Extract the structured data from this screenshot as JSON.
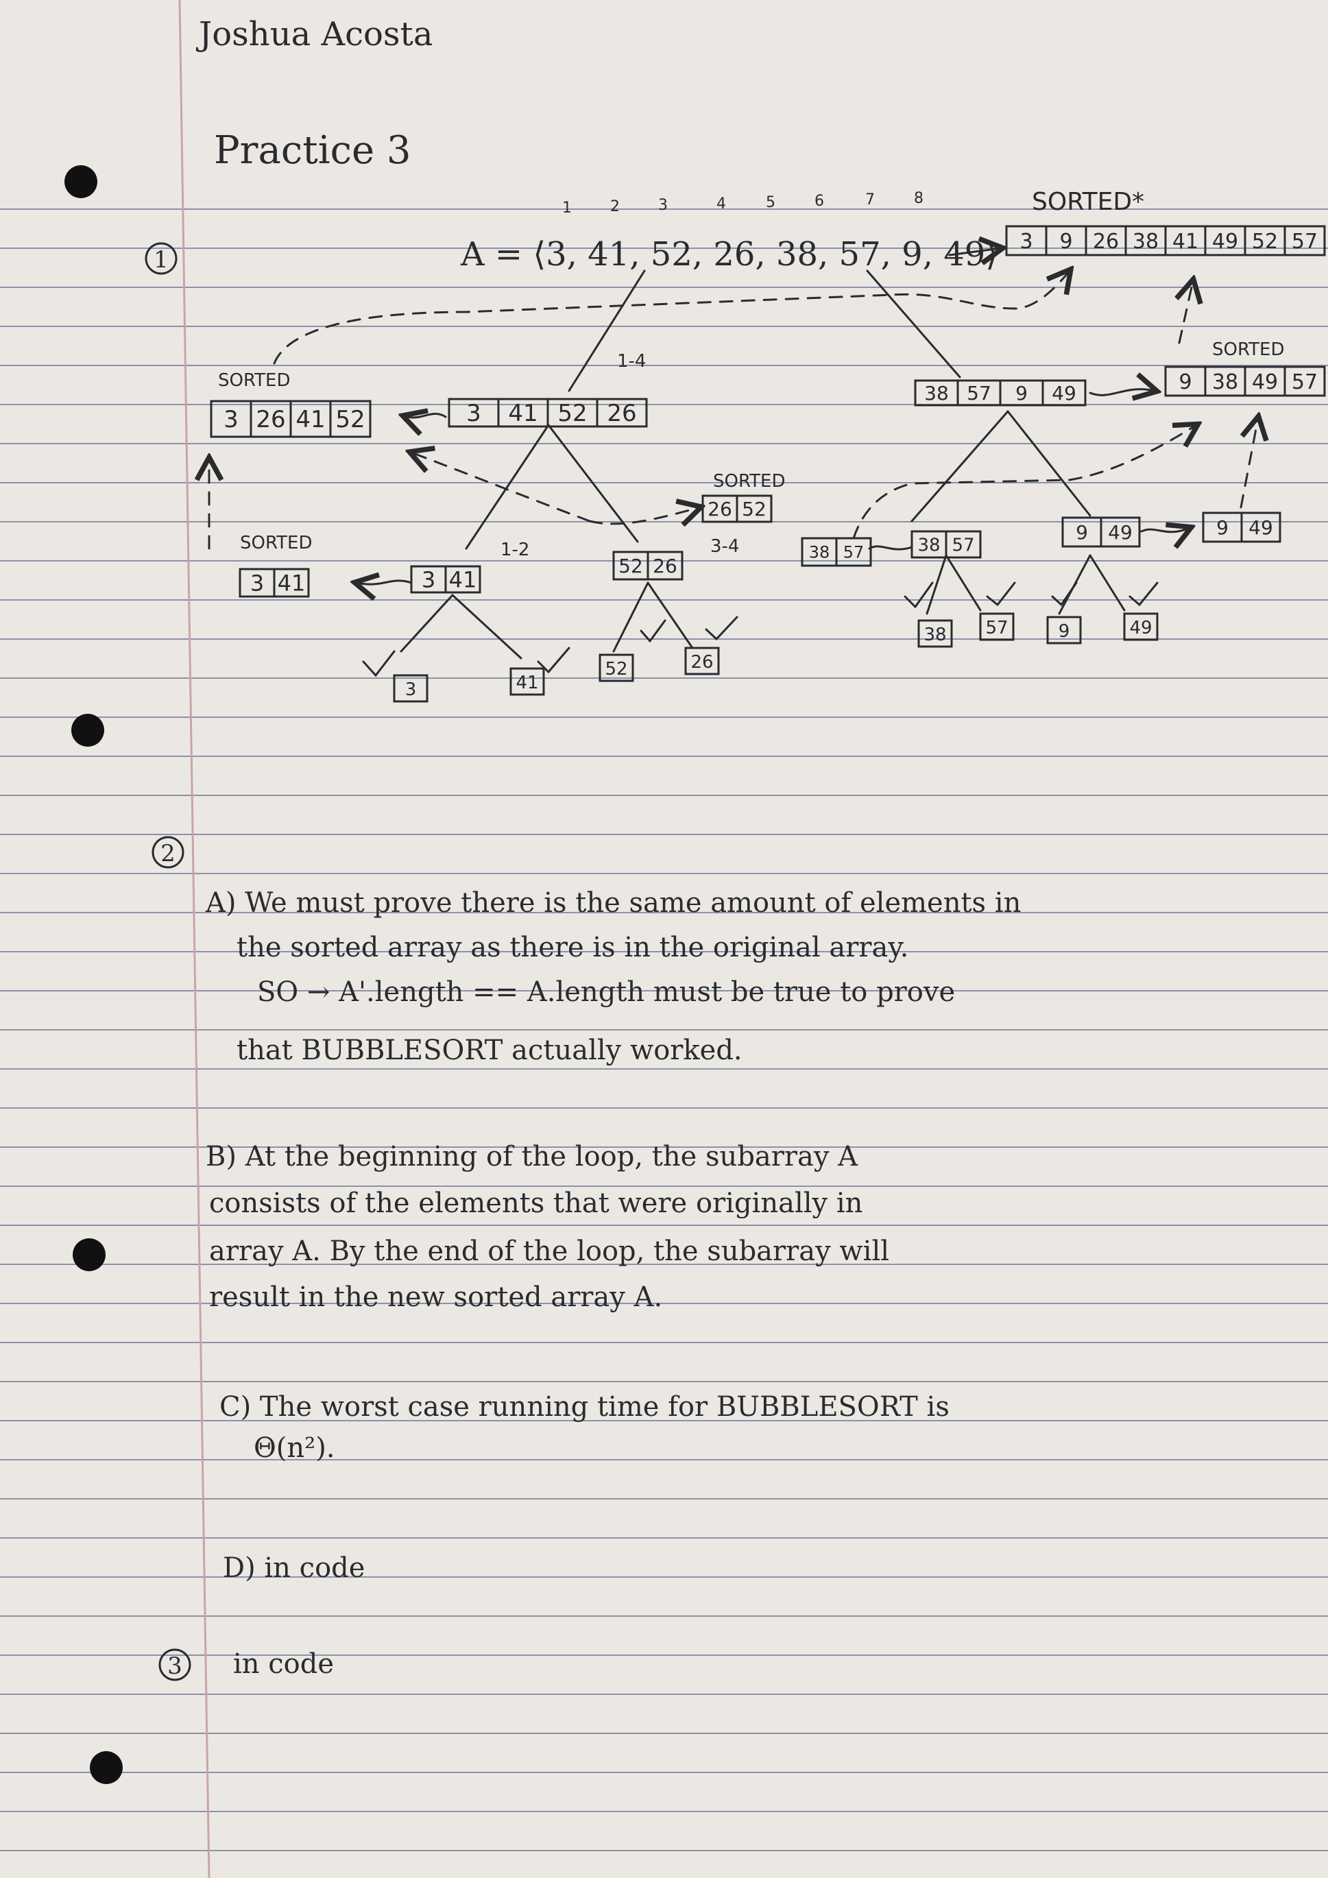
{
  "header": {
    "name": "Joshua Acosta",
    "title": "Practice 3"
  },
  "problem1": {
    "number": "1",
    "index_labels": [
      "1",
      "2",
      "3",
      "4",
      "5",
      "6",
      "7",
      "8"
    ],
    "array_expr": "A = ⟨3, 41, 52, 26, 38, 57, 9, 49⟩",
    "sorted_label": "SORTED*",
    "final_sorted": [
      "3",
      "9",
      "26",
      "38",
      "41",
      "49",
      "52",
      "57"
    ],
    "left_half": [
      "3",
      "41",
      "52",
      "26"
    ],
    "left_half_label": "1-4",
    "left_sorted_label": "SORTED",
    "left_sorted": [
      "3",
      "26",
      "41",
      "52"
    ],
    "right_half": [
      "38",
      "57",
      "9",
      "49"
    ],
    "right_sorted_label": "SORTED",
    "right_sorted": [
      "9",
      "38",
      "49",
      "57"
    ],
    "pair_1_2": [
      "3",
      "41"
    ],
    "pair_1_2_label": "1-2",
    "pair_1_2_sorted_label": "SORTED",
    "pair_1_2_sorted": [
      "3",
      "41"
    ],
    "pair_3_4": [
      "52",
      "26"
    ],
    "pair_3_4_label": "3-4",
    "pair_3_4_sorted_label": "SORTED",
    "pair_3_4_sorted": [
      "26",
      "52"
    ],
    "pair_5_6": [
      "38",
      "57"
    ],
    "pair_5_6_sorted": [
      "38",
      "57"
    ],
    "pair_7_8": [
      "9",
      "49"
    ],
    "pair_7_8_sorted": [
      "9",
      "49"
    ],
    "leaves": [
      "3",
      "41",
      "52",
      "26",
      "38",
      "57",
      "9",
      "49"
    ]
  },
  "problem2": {
    "number": "2",
    "a_lines": [
      "A) We must prove there is the same amount of elements in",
      "the sorted array as there is in the original array.",
      "SO → A'.length == A.length must be true to prove",
      "that BUBBLESORT actually worked."
    ],
    "b_lines": [
      "B) At the beginning of the loop, the subarray A",
      "consists of the elements that were originally in",
      "array A. By the end of the loop, the subarray will",
      "result in the new sorted array A."
    ],
    "c_lines": [
      "C) The worst case running time for BUBBLESORT is",
      "Θ(n²)."
    ],
    "d_text": "D) in code"
  },
  "problem3": {
    "number": "3",
    "text": "in code"
  }
}
